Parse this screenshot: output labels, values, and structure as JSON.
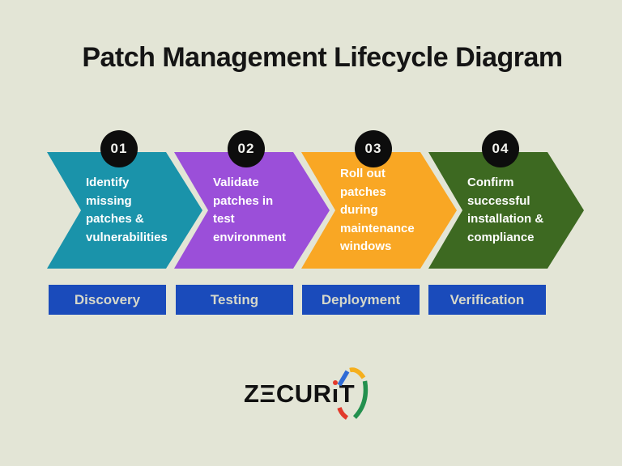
{
  "title": "Patch Management Lifecycle Diagram",
  "background_color": "#e3e5d6",
  "steps": [
    {
      "number": "01",
      "description": "Identify\nmissing\npatches &\nvulnerabilities",
      "label": "Discovery",
      "color": "#1a93aa"
    },
    {
      "number": "02",
      "description": "Validate\npatches in\ntest\nenvironment",
      "label": "Testing",
      "color": "#9b4fd9"
    },
    {
      "number": "03",
      "description": "Roll out\npatches\nduring\nmaintenance\nwindows",
      "label": "Deployment",
      "color": "#f9a724"
    },
    {
      "number": "04",
      "description": "Confirm\nsuccessful\ninstallation &\ncompliance",
      "label": "Verification",
      "color": "#3d6921"
    }
  ],
  "stage_box": {
    "background": "#1a4bbb",
    "text_color": "#d6d8ca"
  },
  "badge": {
    "background": "#0d0d0d",
    "text_color": "#f2f2ee"
  },
  "logo": {
    "name": "ZECURIT",
    "part1": "ZΞCUR",
    "i_base": "ı",
    "part2": "T",
    "text_color": "#111111",
    "i_dot_color": "#e23a2b",
    "shield_colors": {
      "top_left": "#2e6bd6",
      "top_right": "#f5af1d",
      "right": "#23904e",
      "bottom_left": "#e23a2b"
    }
  }
}
